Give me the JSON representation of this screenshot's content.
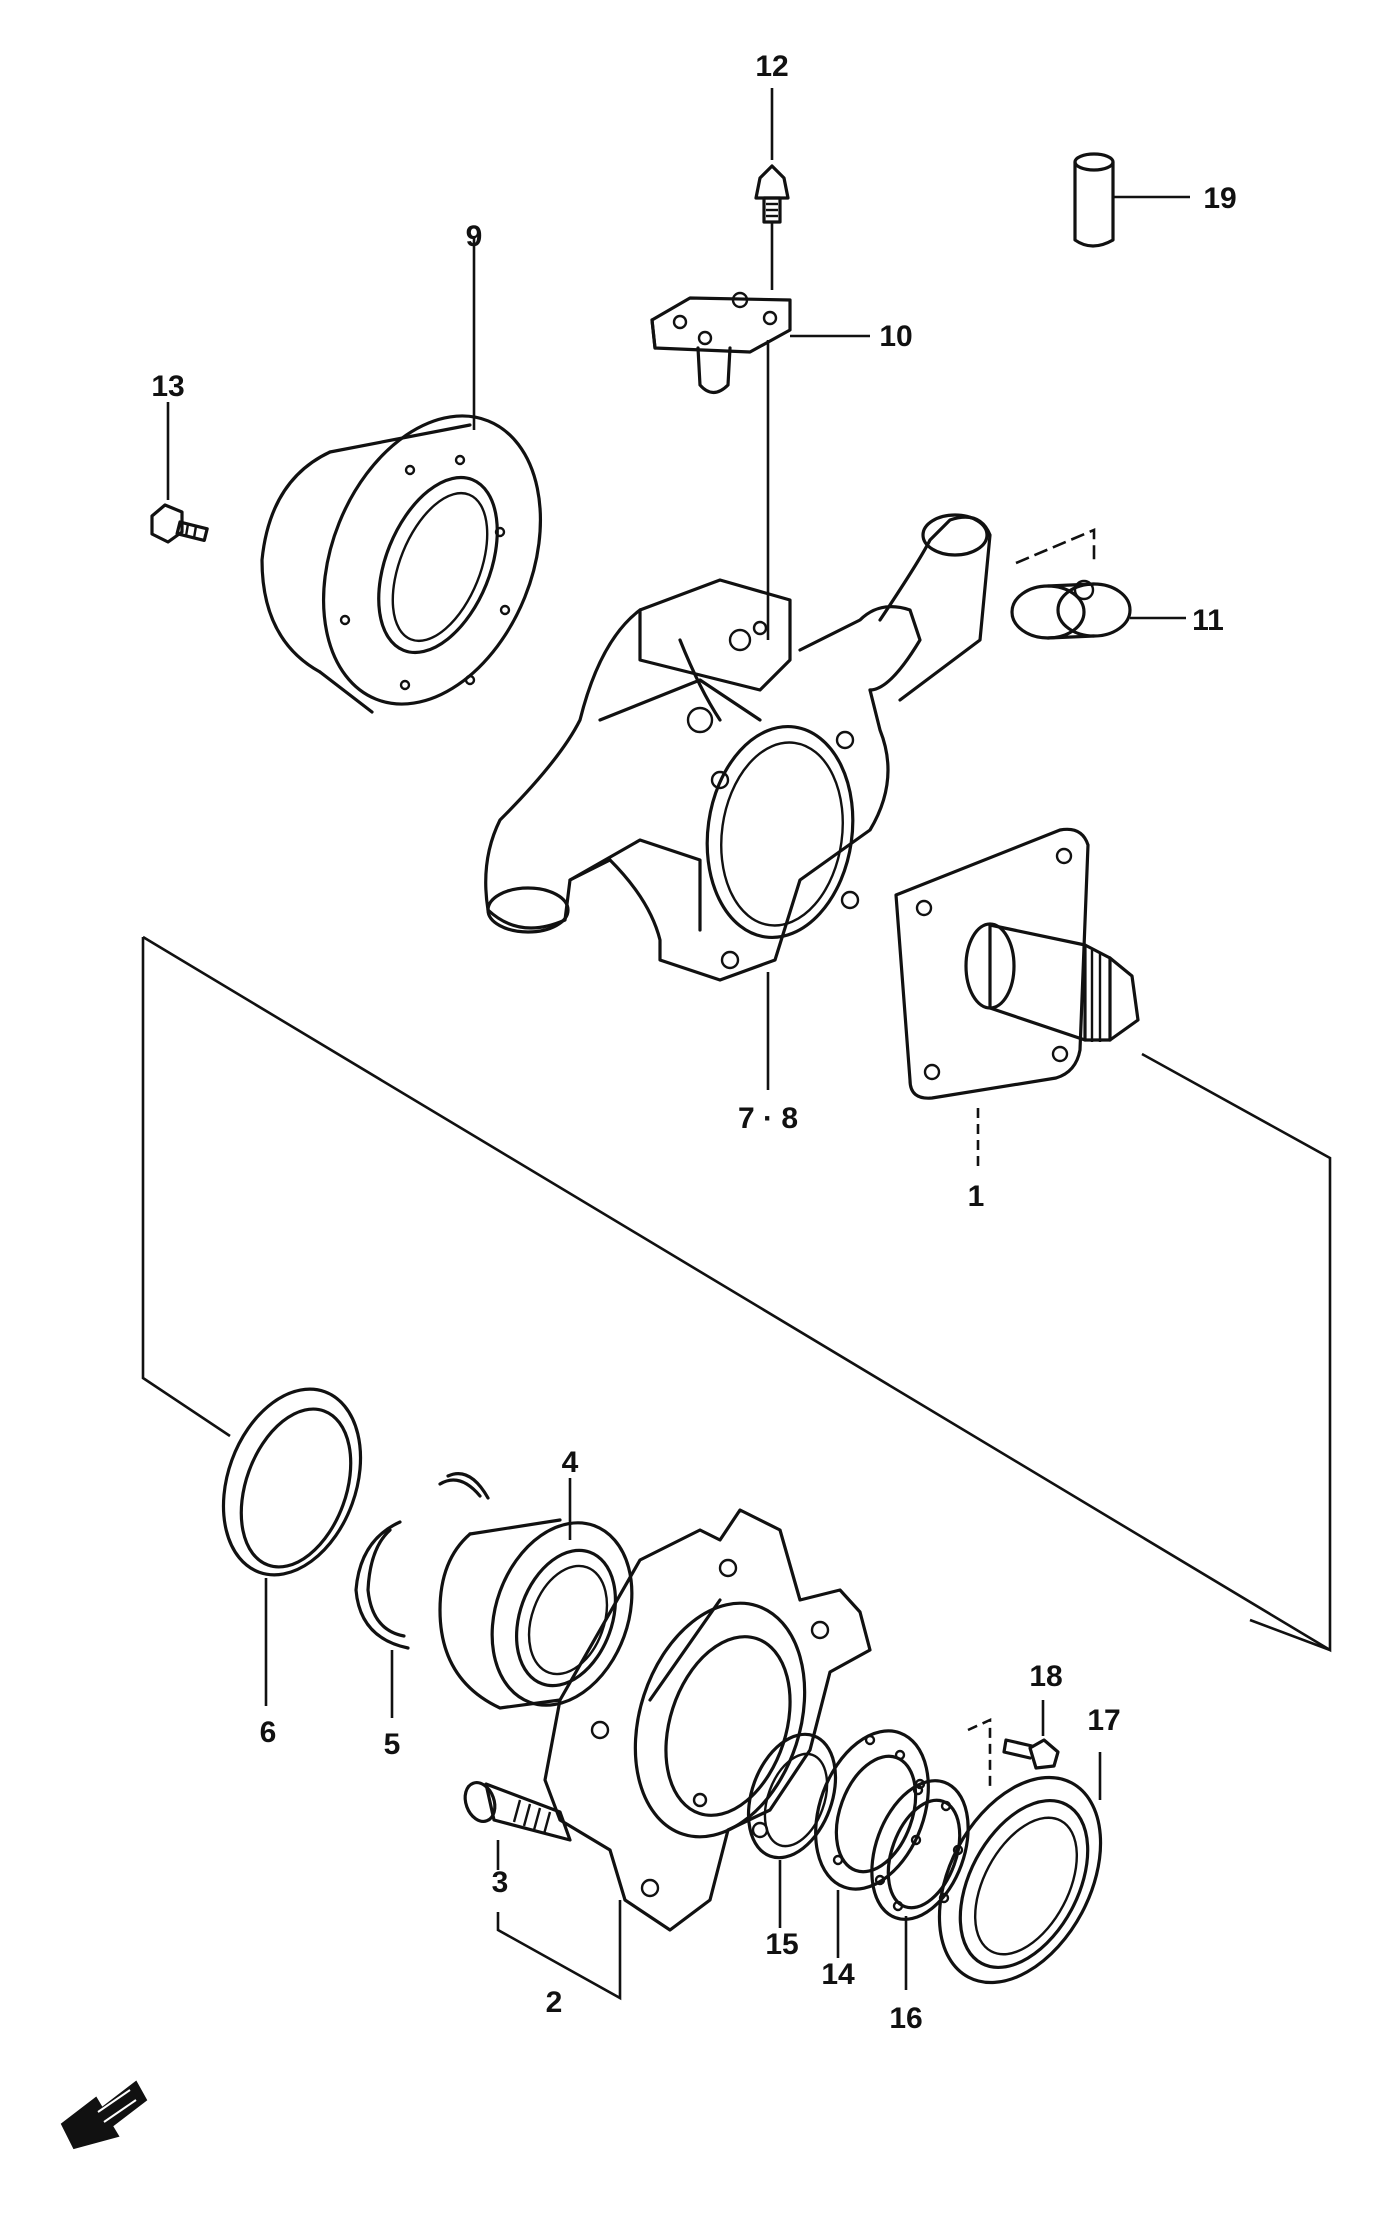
{
  "callouts": {
    "c1": "1",
    "c2": "2",
    "c3": "3",
    "c4": "4",
    "c5": "5",
    "c6": "6",
    "c78": "7 · 8",
    "c9": "9",
    "c10": "10",
    "c11": "11",
    "c12": "12",
    "c13": "13",
    "c14": "14",
    "c15": "15",
    "c16": "16",
    "c17": "17",
    "c18": "18",
    "c19": "19"
  },
  "icons": {
    "direction_arrow": "front-direction-arrow-icon"
  }
}
